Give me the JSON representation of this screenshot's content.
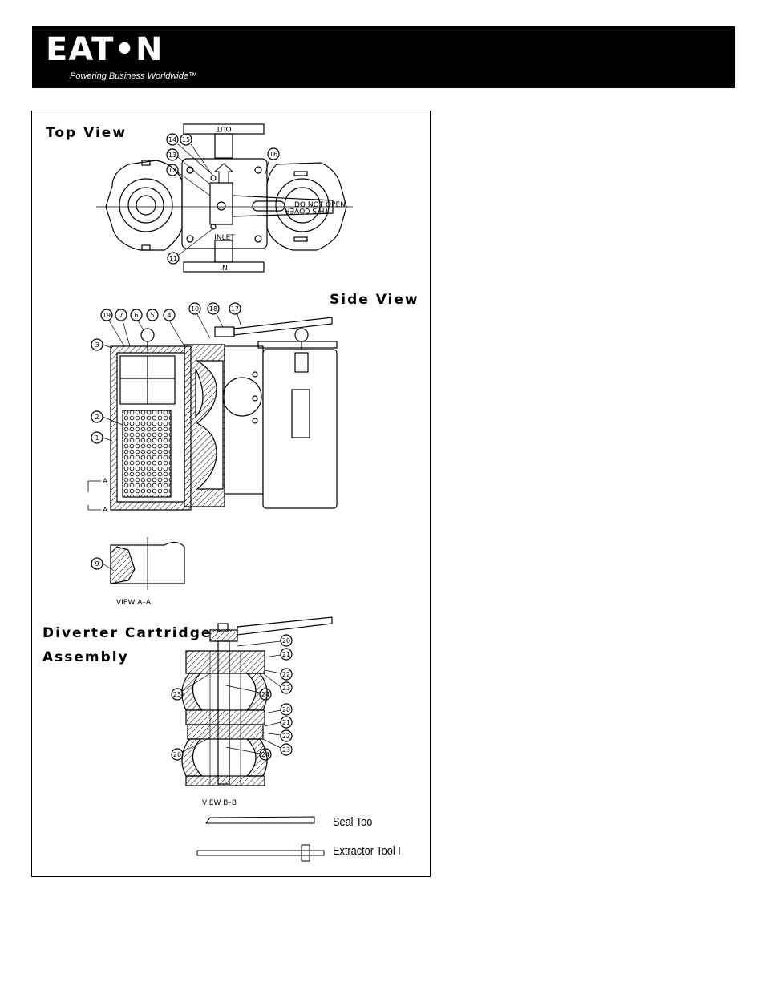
{
  "header": {
    "logo_text": "EAT•N",
    "tagline": "Powering Business Worldwide™"
  },
  "sections": {
    "top_view": "Top View",
    "side_view": "Side View",
    "diverter_line1": "Diverter Cartridge",
    "diverter_line2": "Assembly"
  },
  "labels": {
    "out": "OUT",
    "in": "IN",
    "inlet": "INLET",
    "do_not_open": "DO NOT OPEN",
    "this_cover": "THIS COVER",
    "view_aa": "VIEW A–A",
    "view_bb": "VIEW B–B",
    "section_a": "A"
  },
  "callouts": {
    "top": [
      "14",
      "15",
      "13",
      "12",
      "16",
      "11"
    ],
    "side": [
      "19",
      "7",
      "6",
      "5",
      "4",
      "10",
      "18",
      "17",
      "3",
      "2",
      "1"
    ],
    "view_aa": [
      "9"
    ],
    "diverter": [
      "20",
      "21",
      "22",
      "23",
      "25",
      "24",
      "20",
      "21",
      "22",
      "23",
      "26",
      "24"
    ]
  },
  "tools": {
    "seal_tool": "Seal Too",
    "extractor_tool": "Extractor Tool I"
  }
}
